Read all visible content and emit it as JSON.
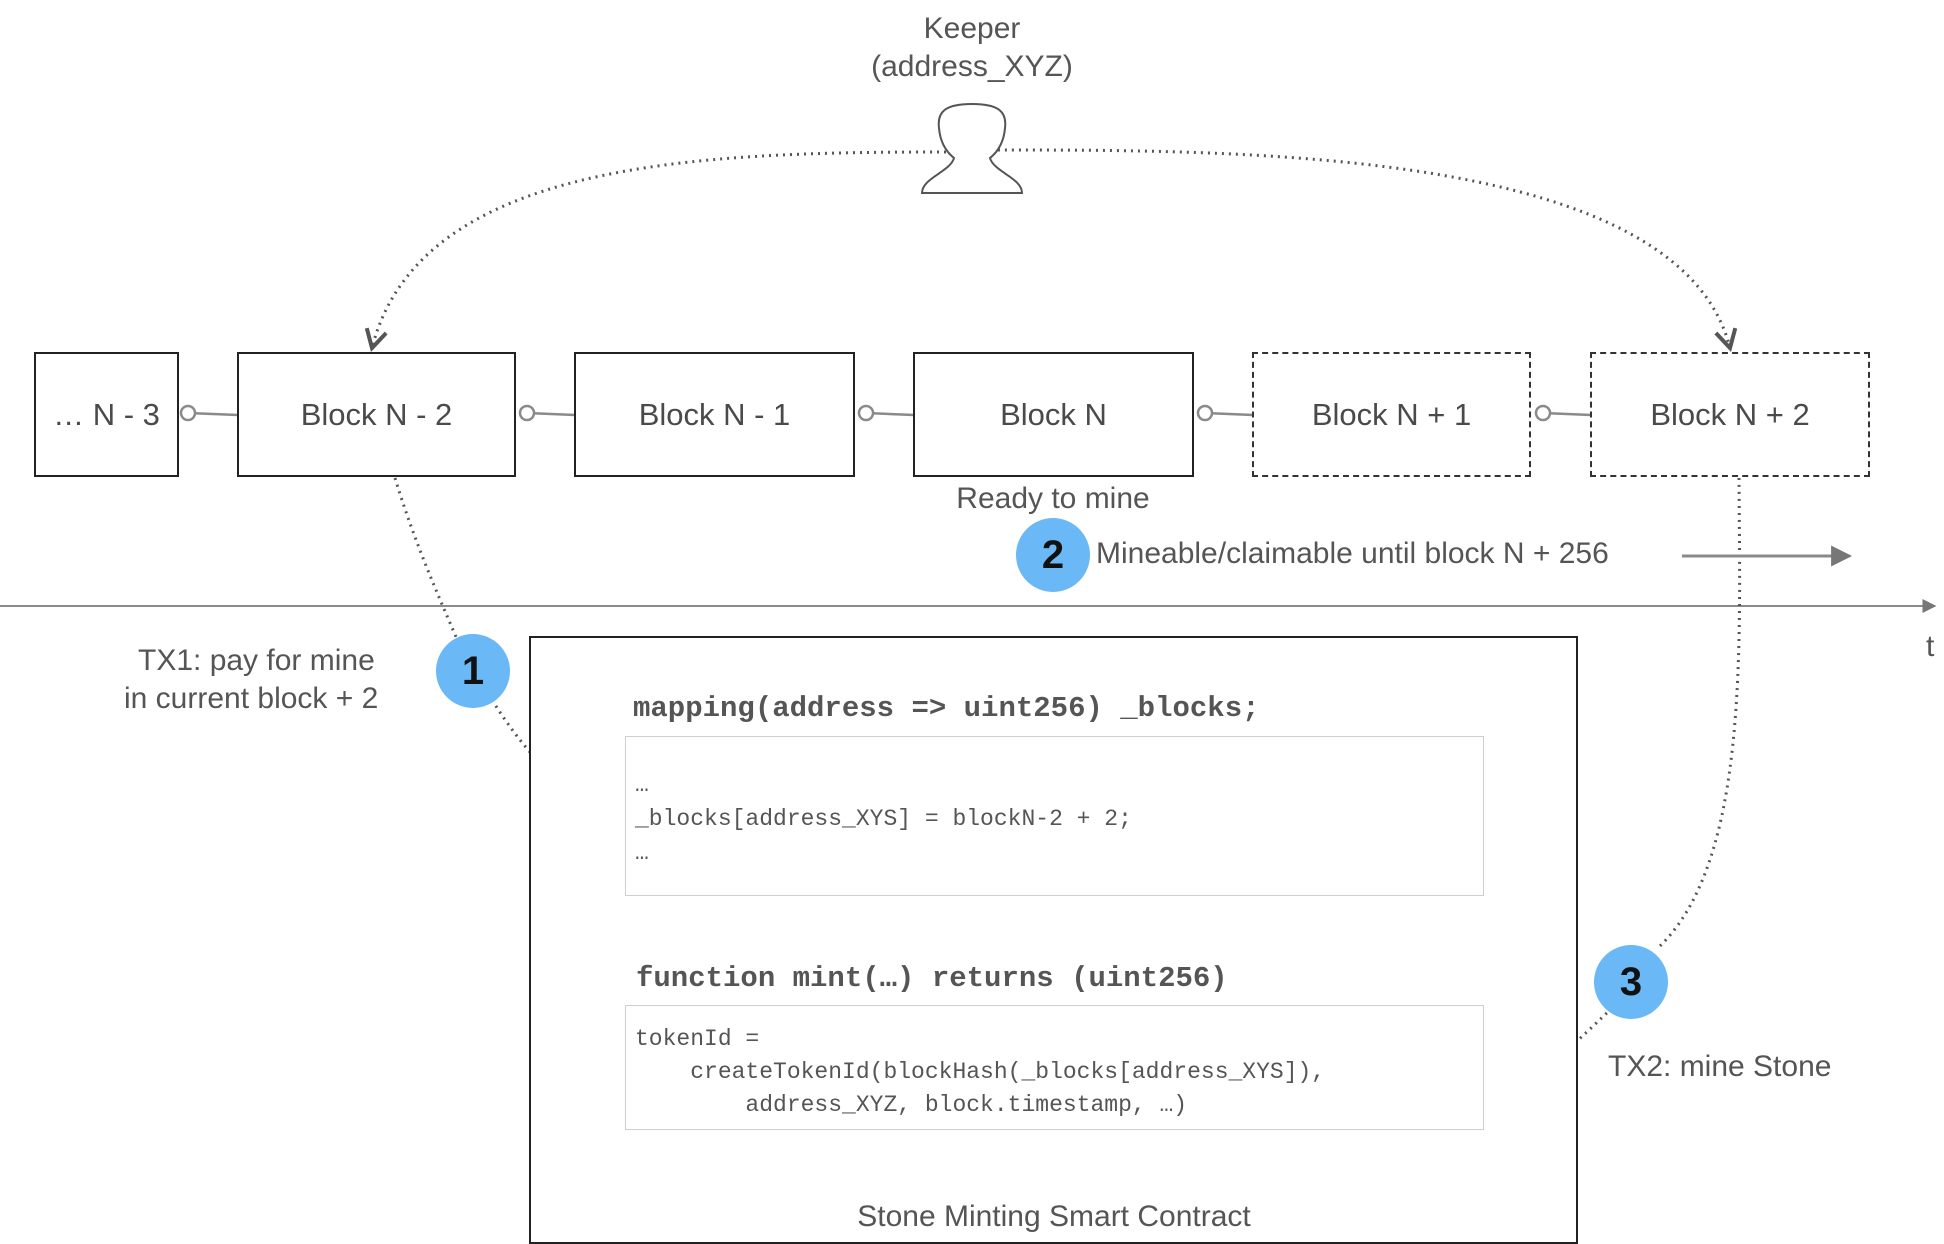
{
  "keeper": {
    "name": "Keeper",
    "address": "(address_XYZ)"
  },
  "blocks": [
    {
      "label": "… N - 3",
      "state": "past"
    },
    {
      "label": "Block N - 2",
      "state": "past"
    },
    {
      "label": "Block N - 1",
      "state": "past"
    },
    {
      "label": "Block N",
      "state": "current"
    },
    {
      "label": "Block N + 1",
      "state": "future"
    },
    {
      "label": "Block N + 2",
      "state": "future"
    }
  ],
  "ready_label": "Ready to mine",
  "timeline": {
    "axis_label": "t"
  },
  "steps": [
    {
      "number": "1",
      "text_line1": "TX1: pay for mine",
      "text_line2": "in current block + 2"
    },
    {
      "number": "2",
      "text": "Mineable/claimable until block N + 256"
    },
    {
      "number": "3",
      "text": "TX2: mine Stone"
    }
  ],
  "contract": {
    "title": "Stone Minting Smart Contract",
    "mapping_decl": "mapping(address => uint256) _blocks;",
    "mapping_code": [
      "…",
      "_blocks[address_XYS] = blockN-2 + 2;",
      "…"
    ],
    "function_decl": "function mint(…) returns (uint256)",
    "function_code": [
      "tokenId =",
      "    createTokenId(blockHash(_blocks[address_XYS]),",
      "        address_XYZ, block.timestamp, …)"
    ]
  },
  "colors": {
    "badge": "#6ab8f5",
    "text": "#555555",
    "border": "#222222",
    "connector": "#777777"
  },
  "icons": {
    "keeper": "person-outline-icon"
  }
}
